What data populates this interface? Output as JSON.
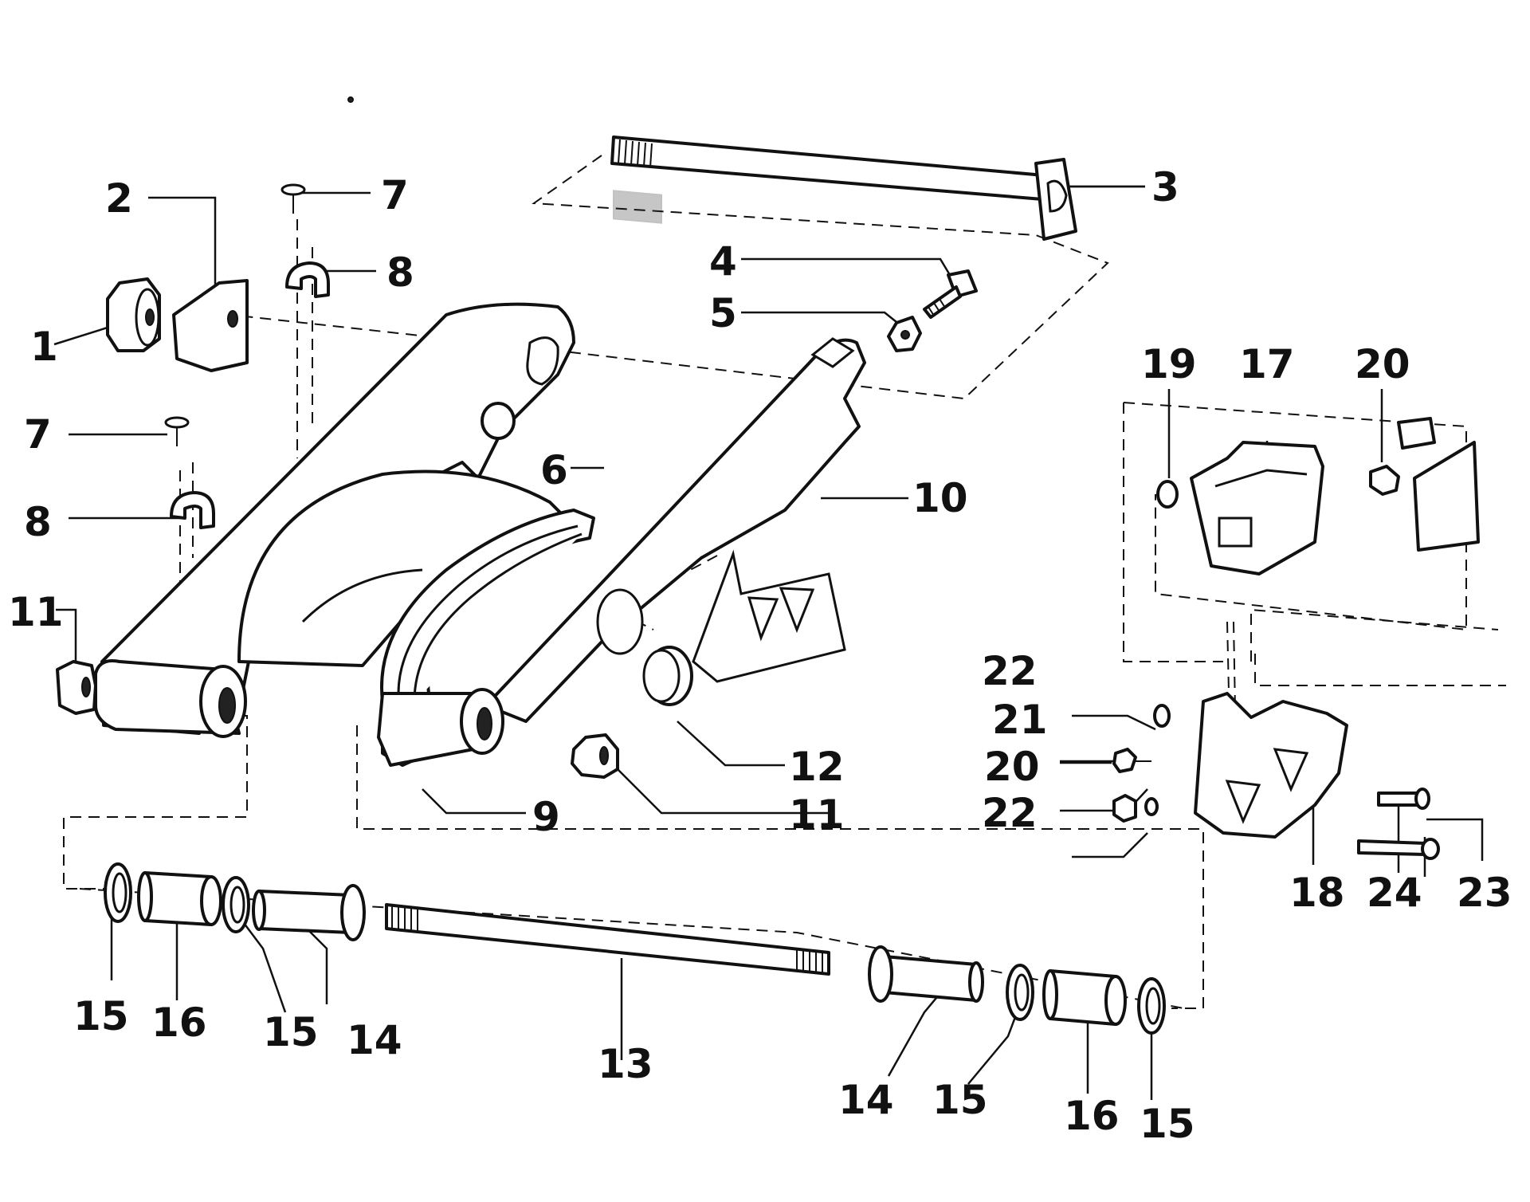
{
  "callouts": [
    "1",
    "2",
    "3",
    "4",
    "5",
    "6",
    "7",
    "7",
    "8",
    "8",
    "9",
    "10",
    "11",
    "11",
    "12",
    "13",
    "14",
    "14",
    "15",
    "15",
    "15",
    "15",
    "16",
    "16",
    "17",
    "18",
    "19",
    "20",
    "20",
    "21",
    "22",
    "22",
    "23",
    "24"
  ]
}
